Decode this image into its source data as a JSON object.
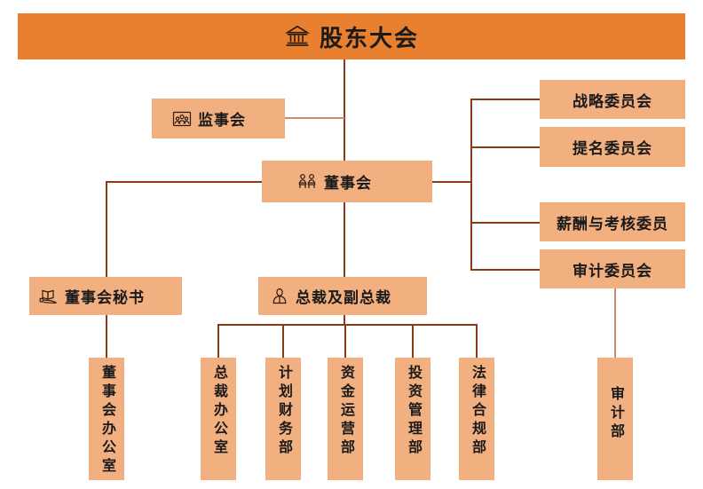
{
  "chart": {
    "title": "股东大会",
    "type": "org-chart",
    "colors": {
      "root_fill": "#E8802F",
      "node_fill": "#F2AF80",
      "line": "#8C3B18",
      "text": "#1a1a1a",
      "background": "#FFFFFF"
    }
  },
  "root": {
    "label": "股东大会",
    "icon": "bank-building-icon"
  },
  "supervisory": {
    "label": "监事会",
    "icon": "people-group-icon"
  },
  "board": {
    "label": "董事会",
    "icon": "seated-people-icon"
  },
  "secretary": {
    "label": "董事会秘书",
    "icon": "book-hand-icon"
  },
  "president": {
    "label": "总裁及副总裁",
    "icon": "person-tie-icon"
  },
  "committees": [
    {
      "label": "战略委员会"
    },
    {
      "label": "提名委员会"
    },
    {
      "label": "薪酬与考核委员"
    },
    {
      "label": "审计委员会"
    }
  ],
  "departments": {
    "secretary_child": {
      "label": "董事会办公室"
    },
    "president_children": [
      {
        "label": "总裁办公室"
      },
      {
        "label": "计划财务部"
      },
      {
        "label": "资金运营部"
      },
      {
        "label": "投资管理部"
      },
      {
        "label": "法律合规部"
      }
    ],
    "audit_child": {
      "label": "审计部"
    }
  }
}
